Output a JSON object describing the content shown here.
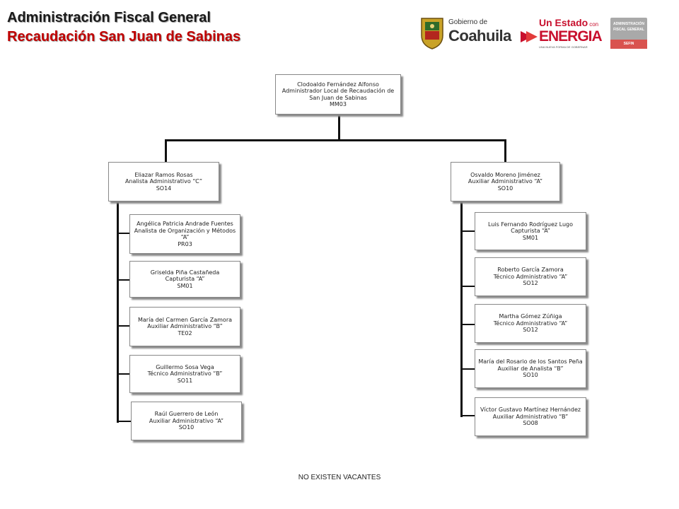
{
  "header": {
    "title": "Administración Fiscal General",
    "subtitle": "Recaudación San Juan de Sabinas"
  },
  "logos": {
    "coahuila": {
      "line1": "Gobierno de",
      "line2": "Coahuila"
    },
    "energia": {
      "line1": "Un Estado",
      "line1b": "con",
      "line2": "ENERGIA",
      "tagline": "UNA NUEVA FORMA DE GOBERNAR"
    },
    "afg": {
      "line1": "ADMINISTRACIÓN",
      "line2": "FISCAL GENERAL",
      "line3": "SEFIN"
    }
  },
  "chart": {
    "root": {
      "name": "Clodoaldo Fernández Alfonso",
      "role": "Administrador  Local de Recaudación de San Juan de Sabinas",
      "code": "MM03"
    },
    "left": {
      "head": {
        "name": "Eliazar Ramos Rosas",
        "role": "Analista Administrativo  “C”",
        "code": "SO14"
      },
      "children": [
        {
          "name": "Angélica Patricia Andrade Fuentes",
          "role": "Analista de Organización  y Métodos “A”",
          "code": "PR03"
        },
        {
          "name": "Griselda Piña Castañeda",
          "role": "Capturista  “A”",
          "code": "SM01"
        },
        {
          "name": "María del Carmen García Zamora",
          "role": "Auxiliar Administrativo  “B”",
          "code": "TE02"
        },
        {
          "name": "Guillermo Sosa Vega",
          "role": "Técnico Administrativo  “B”",
          "code": "SO11"
        },
        {
          "name": "Raúl Guerrero de León",
          "role": "Auxiliar Administrativo  “A”",
          "code": "SO10"
        }
      ]
    },
    "right": {
      "head": {
        "name": "Osvaldo Moreno Jiménez",
        "role": "Auxiliar Administrativo  “A”",
        "code": "SO10"
      },
      "children": [
        {
          "name": "Luis Fernando Rodríguez Lugo",
          "role": "Capturista  “A”",
          "code": "SM01"
        },
        {
          "name": "Roberto García Zamora",
          "role": "Técnico Administrativo  “A”",
          "code": "SO12"
        },
        {
          "name": "Martha Gómez Zúñiga",
          "role": "Técnico Administrativo  “A”",
          "code": "SO12"
        },
        {
          "name": "María del Rosario de los Santos Peña",
          "role": "Auxiliar de Analista  “B”",
          "code": "SO10"
        },
        {
          "name": "Víctor Gustavo Martínez Hernández",
          "role": "Auxiliar Administrativo  “B”",
          "code": "SO08"
        }
      ]
    }
  },
  "footer": "NO EXISTEN  VACANTES"
}
